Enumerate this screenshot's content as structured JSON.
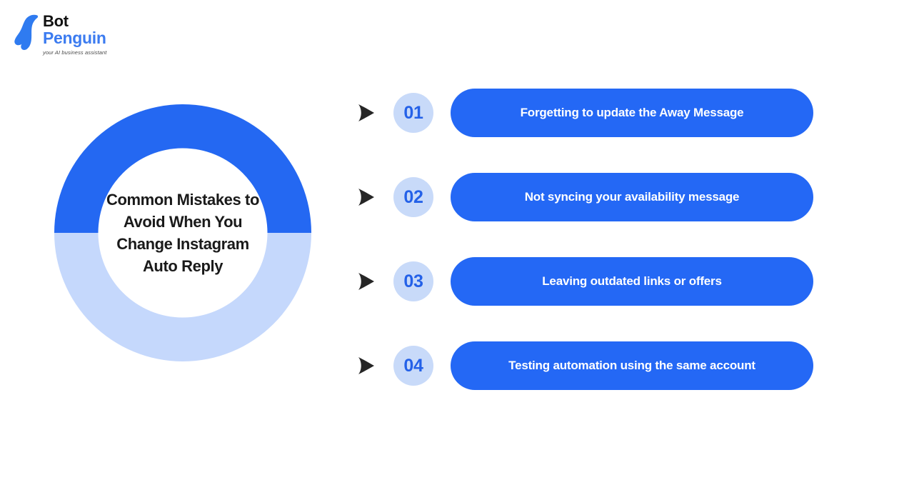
{
  "brand": {
    "name_line1": "Bot",
    "name_line2": "Penguin",
    "tagline": "your AI business assistant",
    "logo_icon": "penguin-icon",
    "accent_blue": "#3b7bf0"
  },
  "donut": {
    "center_text": "Common Mistakes to Avoid When You Change Instagram Auto Reply",
    "top_color": "#2468f2",
    "bottom_color": "#c5d8fc"
  },
  "colors": {
    "pill_blue": "#2468f5",
    "circle_light_blue": "#c8daf9",
    "number_blue": "#2461e8",
    "arrow_dark": "#262626",
    "background": "#ffffff",
    "heading_text": "#1a1a1a"
  },
  "items": [
    {
      "number": "01",
      "label": "Forgetting to update the Away Message",
      "arrow_icon": "triangle-right-icon"
    },
    {
      "number": "02",
      "label": "Not syncing your availability message",
      "arrow_icon": "triangle-right-icon"
    },
    {
      "number": "03",
      "label": "Leaving outdated links or offers",
      "arrow_icon": "triangle-right-icon"
    },
    {
      "number": "04",
      "label": "Testing automation using the same account",
      "arrow_icon": "triangle-right-icon"
    }
  ]
}
